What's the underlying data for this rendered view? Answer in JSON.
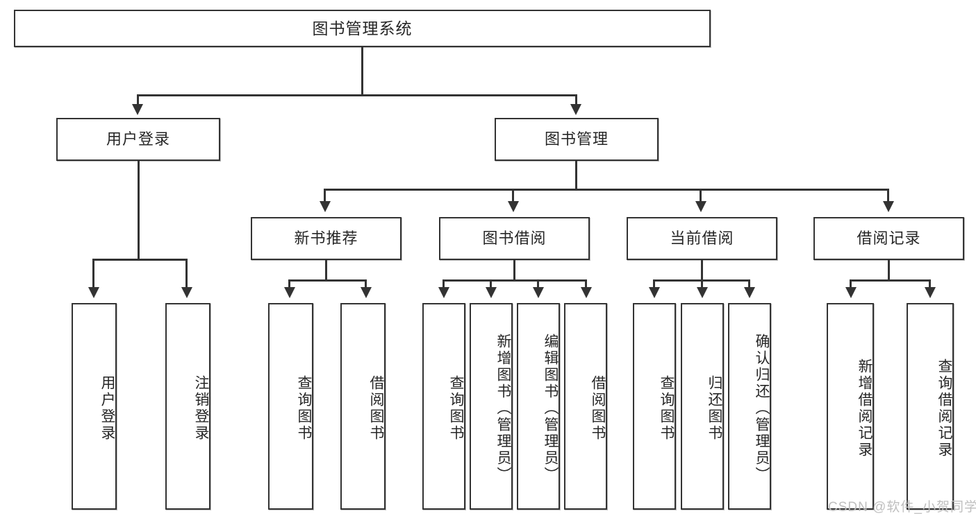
{
  "diagram": {
    "title": "图书管理系统",
    "type": "hierarchy-tree",
    "levels": 4,
    "root": {
      "label": "图书管理系统"
    },
    "level2": [
      {
        "label": "用户登录"
      },
      {
        "label": "图书管理"
      }
    ],
    "level3": [
      {
        "label": "新书推荐"
      },
      {
        "label": "图书借阅"
      },
      {
        "label": "当前借阅"
      },
      {
        "label": "借阅记录"
      }
    ],
    "leaves": {
      "user_login": [
        {
          "label": "用户登录"
        },
        {
          "label": "注销登录"
        }
      ],
      "new_book_recommend": [
        {
          "label": "查询图书"
        },
        {
          "label": "借阅图书"
        }
      ],
      "book_borrow": [
        {
          "label": "查询图书"
        },
        {
          "label": "新增图书（管理员）"
        },
        {
          "label": "编辑图书（管理员）"
        },
        {
          "label": "借阅图书"
        }
      ],
      "current_borrow": [
        {
          "label": "查询图书"
        },
        {
          "label": "归还图书"
        },
        {
          "label": "确认归还（管理员）"
        }
      ],
      "borrow_record": [
        {
          "label": "新增借阅记录"
        },
        {
          "label": "查询借阅记录"
        }
      ]
    }
  },
  "watermark": {
    "text": "CSDN @软件_小贺同学"
  },
  "colors": {
    "border": "#333333",
    "text": "#262626",
    "background": "#ffffff",
    "watermark": "#bfbfbf"
  }
}
